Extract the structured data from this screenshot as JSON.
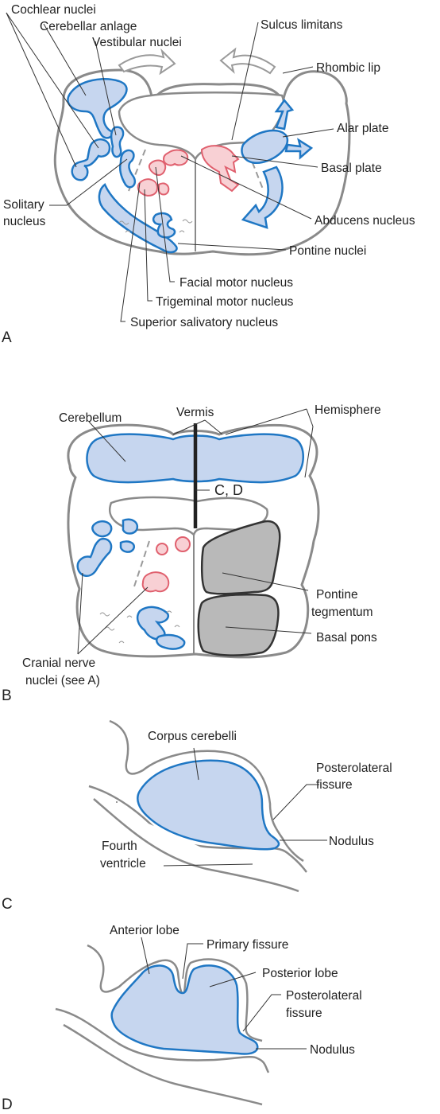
{
  "panels": {
    "a": {
      "letter": "A",
      "labels": {
        "cochlear_nuclei": "Cochlear nuclei",
        "cerebellar_anlage": "Cerebellar anlage",
        "vestibular_nuclei": "Vestibular nuclei",
        "sulcus_limitans": "Sulcus limitans",
        "rhombic_lip": "Rhombic lip",
        "alar_plate": "Alar plate",
        "basal_plate": "Basal plate",
        "abducens_nucleus": "Abducens nucleus",
        "solitary_line1": "Solitary",
        "solitary_line2": "nucleus",
        "pontine_nuclei": "Pontine nuclei",
        "facial_motor_nucleus": "Facial motor nucleus",
        "trigeminal_motor_nucleus": "Trigeminal motor nucleus",
        "superior_salivatory_nucleus": "Superior salivatory nucleus"
      }
    },
    "b": {
      "letter": "B",
      "labels": {
        "vermis": "Vermis",
        "hemisphere": "Hemisphere",
        "cerebellum": "Cerebellum",
        "section_cd": "C, D",
        "pontine_line1": "Pontine",
        "pontine_line2": "tegmentum",
        "basal_pons": "Basal pons",
        "cranial_line1": "Cranial nerve",
        "cranial_line2": "nuclei (see A)"
      }
    },
    "c": {
      "letter": "C",
      "labels": {
        "corpus_cerebelli": "Corpus cerebelli",
        "posterolateral_line1": "Posterolateral",
        "posterolateral_line2": "fissure",
        "nodulus": "Nodulus",
        "fourth_line1": "Fourth",
        "fourth_line2": "ventricle"
      }
    },
    "d": {
      "letter": "D",
      "labels": {
        "anterior_lobe": "Anterior lobe",
        "primary_fissure": "Primary fissure",
        "posterior_lobe": "Posterior lobe",
        "posterolateral_line1": "Posterolateral",
        "posterolateral_line2": "fissure",
        "nodulus": "Nodulus"
      }
    }
  },
  "colors": {
    "alar_blue_fill": "#c6d6ef",
    "alar_blue_stroke": "#1f77c4",
    "basal_pink_fill": "#f8d0d4",
    "basal_pink_stroke": "#e0606e",
    "pons_gray_fill": "#b9b9b9",
    "outline_gray": "#8a8a8a"
  }
}
